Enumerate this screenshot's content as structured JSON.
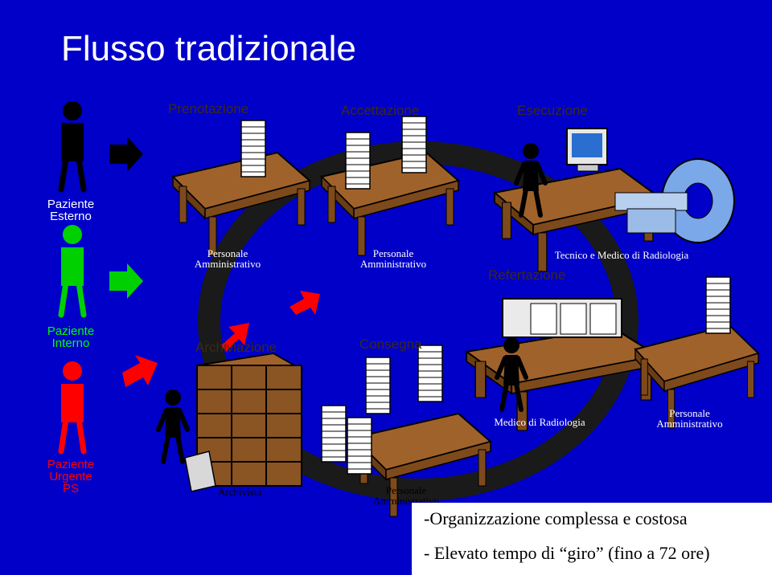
{
  "title": "Flusso tradizionale",
  "steps": {
    "prenotazione": "Prenotazione",
    "accettazione": "Accettazione",
    "esecuzione": "Esecuzione",
    "refertazione": "Refertazione",
    "archiviazione": "Archiviazione",
    "consegna": "Consegna"
  },
  "patients": {
    "esterno": [
      "Paziente",
      "Esterno"
    ],
    "interno": [
      "Paziente",
      "Interno"
    ],
    "urgente": [
      "Paziente",
      "Urgente",
      "PS"
    ]
  },
  "roles": {
    "personale_1": [
      "Personale",
      "Amministrativo"
    ],
    "personale_2": [
      "Personale",
      "Amministrativo"
    ],
    "tecnico_medico": "Tecnico e Medico di Radiologia",
    "medico": "Medico di Radiologia",
    "personale_3": [
      "Personale",
      "Amministrativo"
    ],
    "archivista": "Archivista",
    "personale_4": [
      "Personale",
      "Amministrativo"
    ]
  },
  "bullets": [
    "-Organizzazione complessa e costosa",
    "- Elevato tempo di “giro” (fino a 72 ore)"
  ],
  "colors": {
    "background": "#0000c8",
    "desk": "#a0622b",
    "arrow_black": "#000000",
    "arrow_green": "#00d000",
    "arrow_red": "#ff0000",
    "patient_esterno_text": "#ffffff",
    "patient_interno_text": "#00ff00",
    "patient_urgente_text": "#ff0000"
  }
}
